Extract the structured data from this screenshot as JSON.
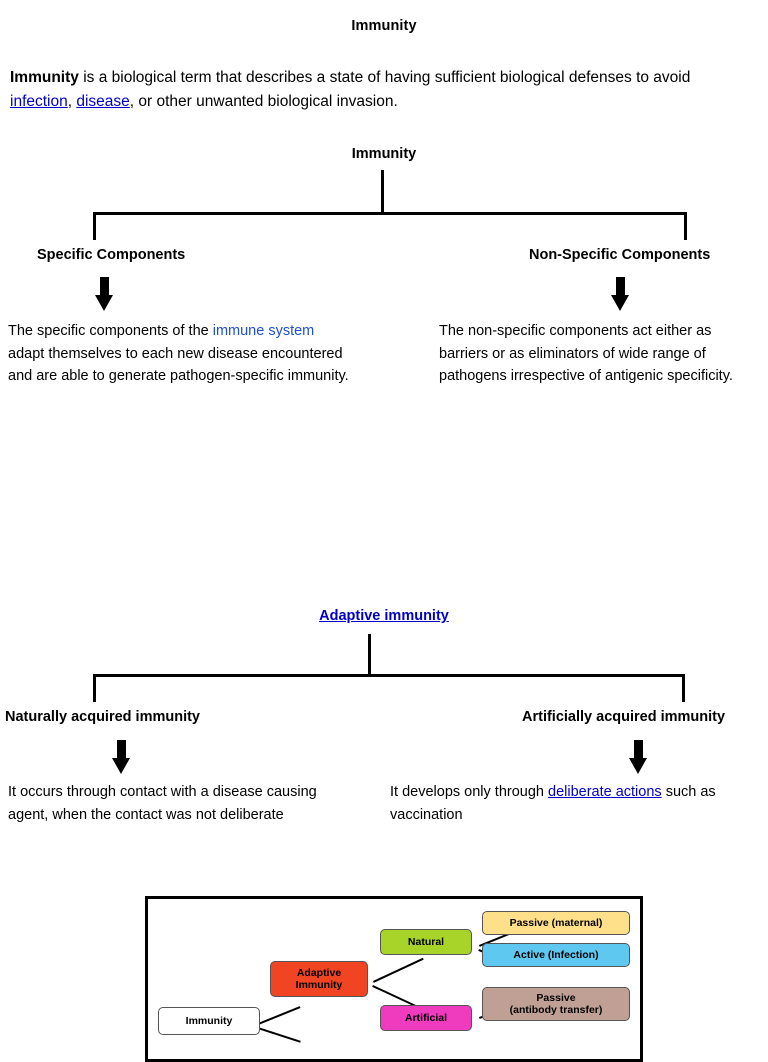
{
  "document": {
    "title": "Immunity",
    "intro": {
      "lead": "Immunity",
      "text_1": " is a biological term that describes a state of having sufficient biological defenses to avoid ",
      "link_1": "infection",
      "sep_1": ", ",
      "link_2": "disease",
      "text_2": ", or other unwanted biological invasion."
    }
  },
  "chart_1": {
    "root_label": "Immunity",
    "left": {
      "label": "Specific Components",
      "description": "The specific components of the immune system adapt themselves to each new disease encountered and are able to generate pathogen-specific immunity.",
      "description_pre": "The specific components of the ",
      "description_link": "immune system",
      "description_post": " adapt themselves to each new disease encountered and are able to generate pathogen-specific immunity."
    },
    "right": {
      "label": "Non-Specific Components",
      "description": "The non-specific components act either as barriers or as eliminators of wide range of pathogens irrespective of antigenic specificity."
    }
  },
  "chart_2": {
    "root_label": "Adaptive immunity",
    "left": {
      "label": "Naturally acquired immunity",
      "description": "It occurs through contact with a disease causing agent, when the contact was not deliberate"
    },
    "right": {
      "label": "Artificially acquired immunity",
      "description_pre": "It develops only through ",
      "description_link": "deliberate actions",
      "description_post": " such as vaccination"
    }
  },
  "figure": {
    "boxes": [
      {
        "name": "immunity",
        "label": "Immunity",
        "color": "#ffffff"
      },
      {
        "name": "adaptive-immunity",
        "label": "Adaptive\nImmunity",
        "color": "#f04423"
      },
      {
        "name": "natural",
        "label": "Natural",
        "color": "#a8d42a"
      },
      {
        "name": "artificial",
        "label": "Artificial",
        "color": "#ef3bbd"
      },
      {
        "name": "passive-maternal",
        "label": "Passive (maternal)",
        "color": "#ffe08a"
      },
      {
        "name": "active-infection",
        "label": "Active (Infection)",
        "color": "#5ec8f0"
      },
      {
        "name": "passive-antibody-transfer",
        "label": "Passive\n(antibody transfer)",
        "color": "#c0a094"
      }
    ]
  },
  "colors": {
    "link": "#0000cc",
    "link_blue": "#1f4fd8",
    "line": "#000000"
  }
}
